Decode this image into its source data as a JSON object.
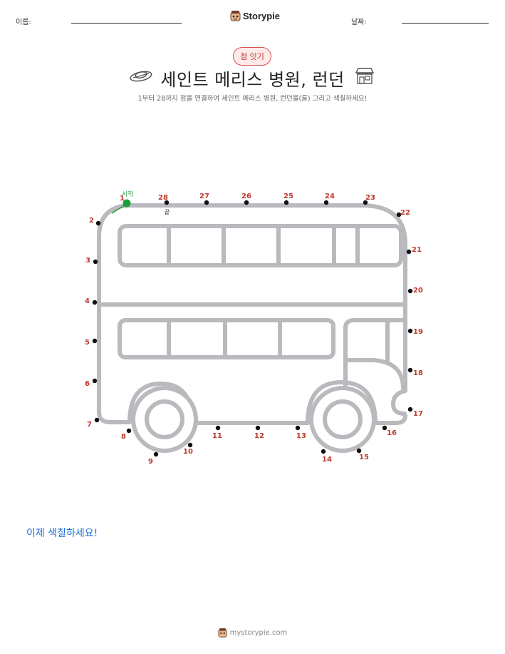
{
  "header": {
    "name_label": "이름:",
    "date_label": "날짜:",
    "logo_text": "Storypie"
  },
  "badge": "점 잇기",
  "title": "세인트 메리스 병원, 런던",
  "subtitle": "1부터 28까지 점을 연결하여 세인트 메리스 병원, 런던을(를) 그리고 색칠하세요!",
  "start_label": "시작",
  "end_label": "끝",
  "dots": [
    "1",
    "2",
    "3",
    "4",
    "5",
    "6",
    "7",
    "8",
    "9",
    "10",
    "11",
    "12",
    "13",
    "14",
    "15",
    "16",
    "17",
    "18",
    "19",
    "20",
    "21",
    "22",
    "23",
    "24",
    "25",
    "26",
    "27",
    "28"
  ],
  "color_prompt": "이제 색칠하세요!",
  "footer": "mystorypie.com",
  "colors": {
    "dot_number": "#c0392b",
    "start_dot": "#1e9e3a",
    "drawing": "#b9b9be",
    "prompt": "#1e6fd9"
  },
  "icons": [
    "hat-icon",
    "building-icon",
    "storypie-mascot-icon"
  ]
}
